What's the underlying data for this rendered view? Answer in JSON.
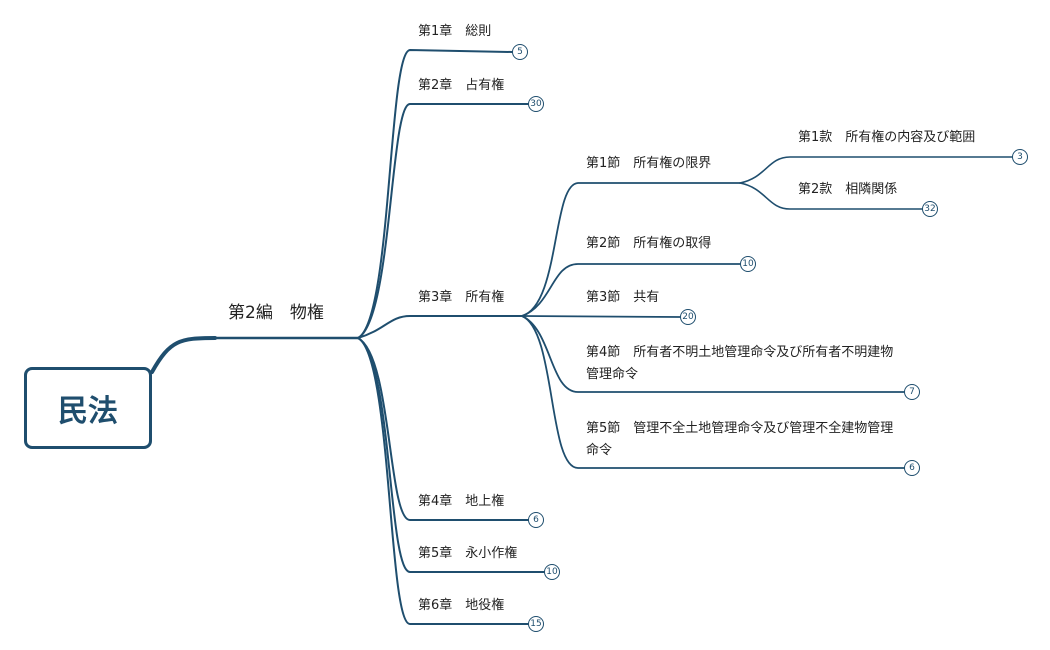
{
  "root": "民法",
  "part": "第2編　物権",
  "chapters": {
    "c1": {
      "label": "第1章　総則",
      "count": "5"
    },
    "c2": {
      "label": "第2章　占有権",
      "count": "30"
    },
    "c3": {
      "label": "第3章　所有権"
    },
    "c4": {
      "label": "第4章　地上権",
      "count": "6"
    },
    "c5": {
      "label": "第5章　永小作権",
      "count": "10"
    },
    "c6": {
      "label": "第6章　地役権",
      "count": "15"
    }
  },
  "sections": {
    "s1": {
      "label": "第1節　所有権の限界"
    },
    "s2": {
      "label": "第2節　所有権の取得",
      "count": "10"
    },
    "s3": {
      "label": "第3節　共有",
      "count": "20"
    },
    "s4": {
      "label": "第4節　所有者不明土地管理命令及び所有者不明建物管理命令",
      "count": "7"
    },
    "s5": {
      "label": "第5節　管理不全土地管理命令及び管理不全建物管理命令",
      "count": "6"
    }
  },
  "subsections": {
    "k1": {
      "label": "第1款　所有権の内容及び範囲",
      "count": "3"
    },
    "k2": {
      "label": "第2款　相隣関係",
      "count": "32"
    }
  },
  "colors": {
    "line": "#1f4e6e",
    "root_text": "#1f4e6e"
  }
}
